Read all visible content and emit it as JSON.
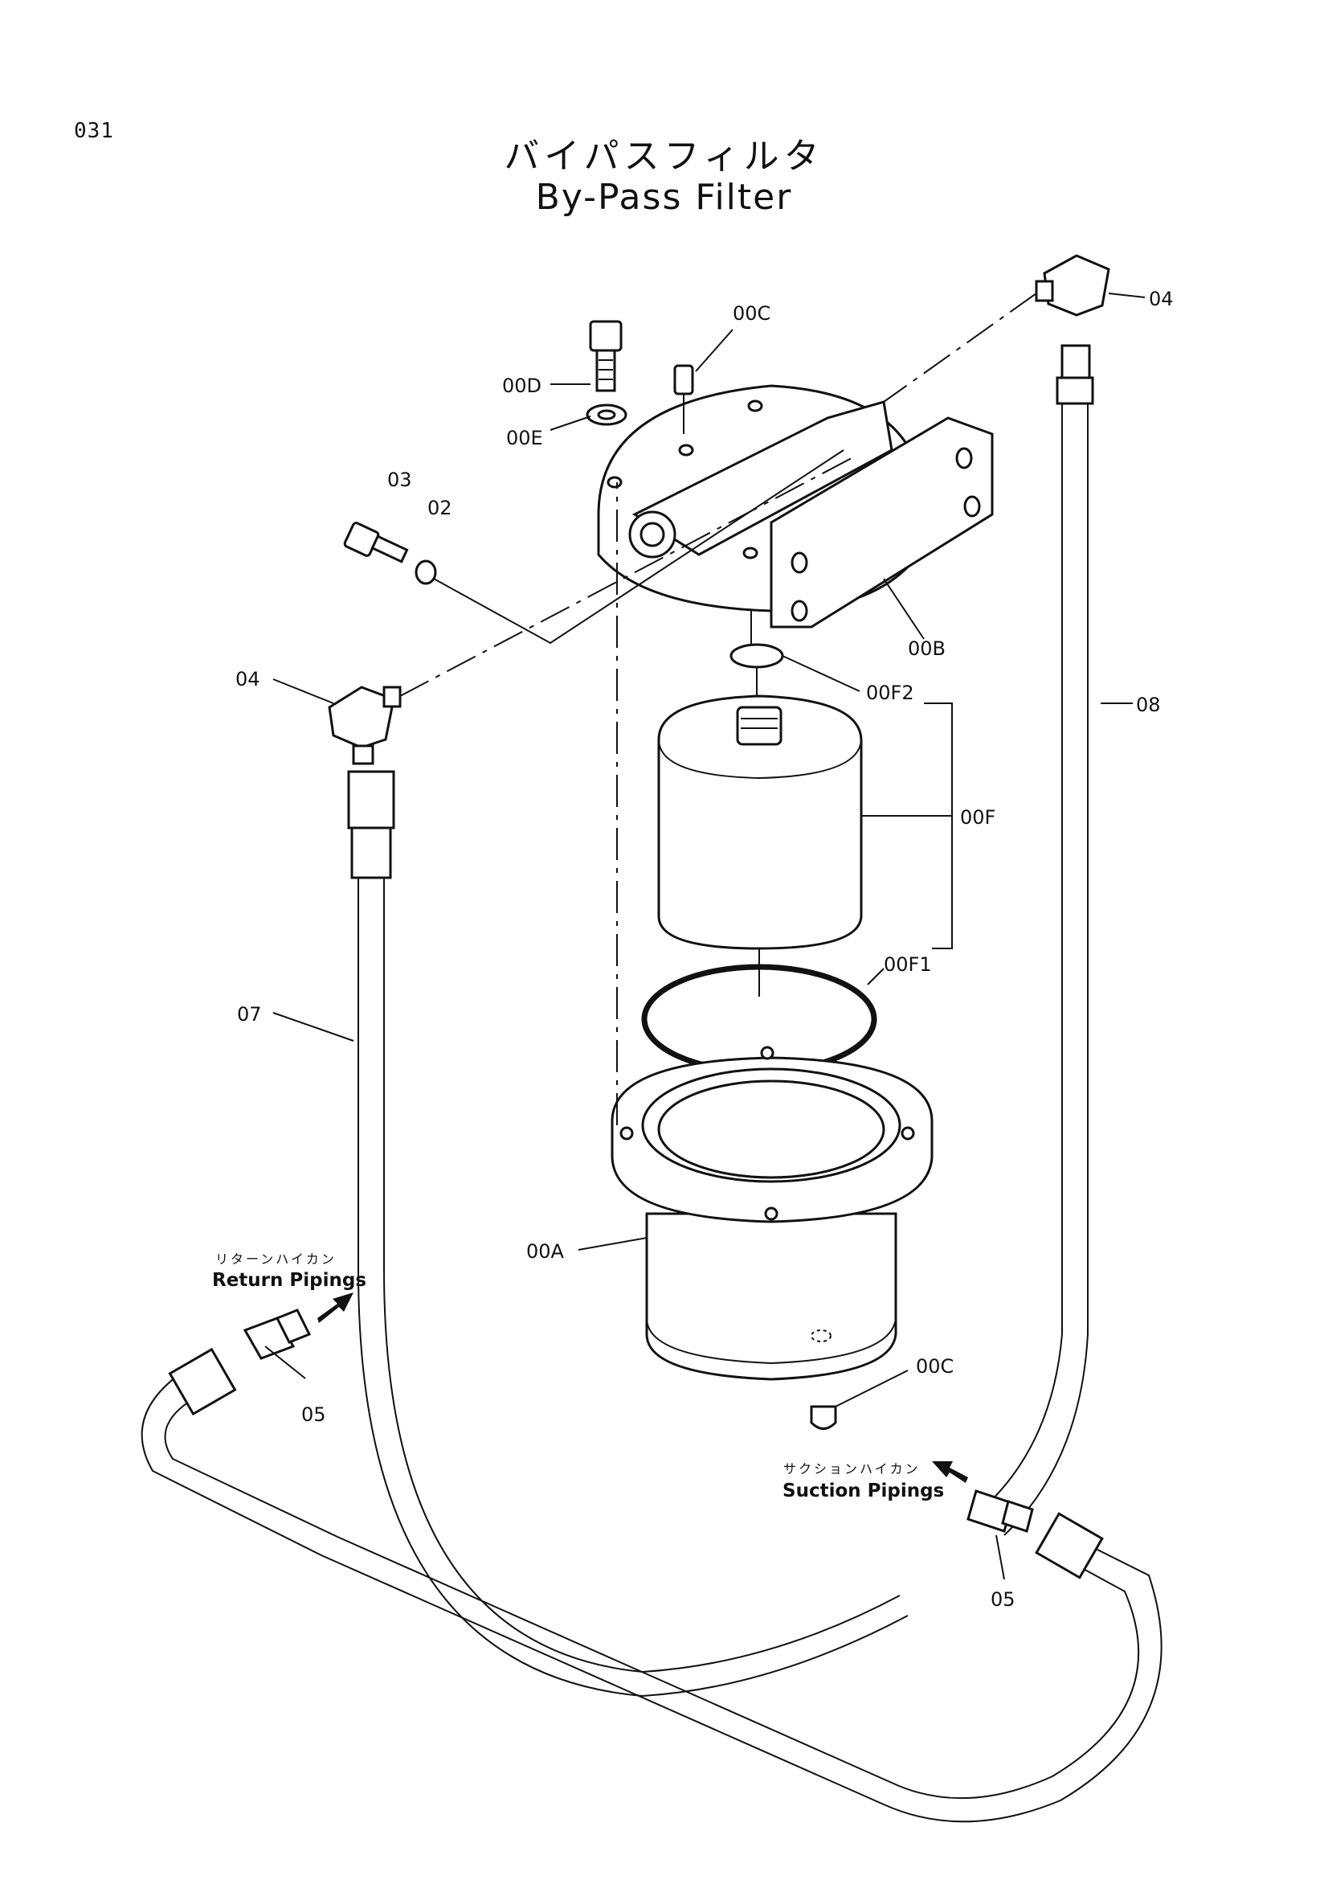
{
  "page_number": "031",
  "title_jp": "バイパスフィルタ",
  "title_en": "By-Pass Filter",
  "labels": {
    "p00C_top": "00C",
    "p00D": "00D",
    "p00E": "00E",
    "p03": "03",
    "p02": "02",
    "p04_right": "04",
    "p04_left": "04",
    "p00B": "00B",
    "p00F2": "00F2",
    "p08": "08",
    "p00F": "00F",
    "p00F1": "00F1",
    "p07": "07",
    "p00A": "00A",
    "p00C_bottom": "00C",
    "p05_left": "05",
    "p05_right": "05"
  },
  "callouts": {
    "return_jp": "リターンハイカン",
    "return_en": "Return Pipings",
    "suction_jp": "サクションハイカン",
    "suction_en": "Suction Pipings"
  }
}
